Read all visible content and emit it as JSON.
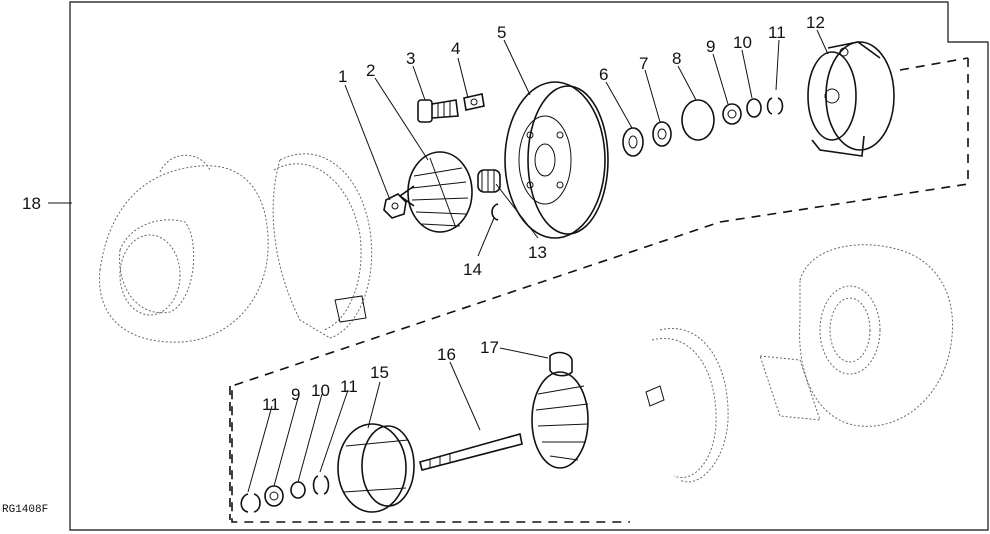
{
  "figure": {
    "figure_code": "RG1408F",
    "callouts": [
      {
        "id": "c1",
        "label": "1"
      },
      {
        "id": "c2",
        "label": "2"
      },
      {
        "id": "c3",
        "label": "3"
      },
      {
        "id": "c4",
        "label": "4"
      },
      {
        "id": "c5",
        "label": "5"
      },
      {
        "id": "c6",
        "label": "6"
      },
      {
        "id": "c7",
        "label": "7"
      },
      {
        "id": "c8",
        "label": "8"
      },
      {
        "id": "c9a",
        "label": "9"
      },
      {
        "id": "c10a",
        "label": "10"
      },
      {
        "id": "c11a",
        "label": "11"
      },
      {
        "id": "c12",
        "label": "12"
      },
      {
        "id": "c13",
        "label": "13"
      },
      {
        "id": "c14",
        "label": "14"
      },
      {
        "id": "c15",
        "label": "15"
      },
      {
        "id": "c16",
        "label": "16"
      },
      {
        "id": "c17",
        "label": "17"
      },
      {
        "id": "c18",
        "label": "18"
      },
      {
        "id": "c11b",
        "label": "11"
      },
      {
        "id": "c9b",
        "label": "9"
      },
      {
        "id": "c10b",
        "label": "10"
      },
      {
        "id": "c11c",
        "label": "11"
      }
    ]
  }
}
